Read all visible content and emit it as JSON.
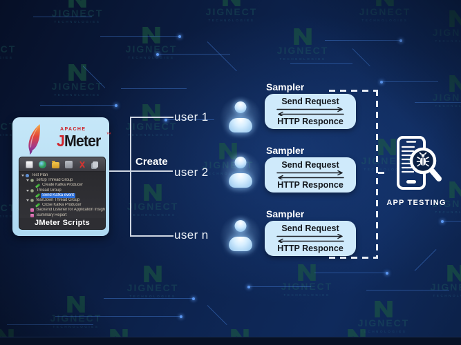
{
  "brand": {
    "name": "JIGNECT",
    "sub": "TECHNOLOGIES"
  },
  "jmeter": {
    "apache": "APACHE",
    "product": "JMeter",
    "trademark": "™",
    "caption": "JMeter Scripts",
    "toolbar_icons": [
      "new-plan-icon",
      "templates-icon",
      "open-file-icon",
      "save-icon",
      "cut-icon",
      "copy-icon"
    ],
    "tree": [
      {
        "label": "Test Plan",
        "indent": 0,
        "icon": "user-small-icon",
        "expandable": true,
        "selected": false
      },
      {
        "label": "setUp Thread Group",
        "indent": 1,
        "icon": "gear-icon",
        "expandable": true,
        "selected": false
      },
      {
        "label": "Create Kafka Producer",
        "indent": 2,
        "icon": "pencil-icon",
        "expandable": false,
        "selected": false
      },
      {
        "label": "Thread Group",
        "indent": 1,
        "icon": "gear-icon",
        "expandable": true,
        "selected": false
      },
      {
        "label": "Send Kafka event",
        "indent": 2,
        "icon": "pencil-icon",
        "expandable": false,
        "selected": true
      },
      {
        "label": "tearDown Thread Group",
        "indent": 1,
        "icon": "gear-icon",
        "expandable": true,
        "selected": false
      },
      {
        "label": "Close Kafka Producer",
        "indent": 2,
        "icon": "pencil-icon",
        "expandable": false,
        "selected": false
      },
      {
        "label": "Backend Listener for Application Insights",
        "indent": 1,
        "icon": "chart-icon",
        "expandable": false,
        "selected": false
      },
      {
        "label": "Summary Report",
        "indent": 1,
        "icon": "chart-icon",
        "expandable": false,
        "selected": false
      }
    ]
  },
  "flow": {
    "create_label": "Create",
    "users": [
      {
        "label": "user 1"
      },
      {
        "label": "user 2"
      },
      {
        "label": "user n"
      }
    ],
    "samplers": [
      {
        "title": "Sampler",
        "request": "Send Request",
        "response": "HTTP Responce"
      },
      {
        "title": "Sampler",
        "request": "Send Request",
        "response": "HTTP Responce"
      },
      {
        "title": "Sampler",
        "request": "Send Request",
        "response": "HTTP Responce"
      }
    ],
    "app_testing_label": "APP TESTING"
  },
  "colors": {
    "background_navy": "#0c2148",
    "panel_blue": "#bfe3f6",
    "sampler_box_blue": "#cfeafb",
    "selection_blue": "#2d6fd9",
    "apache_red": "#d0222a",
    "connector_gray": "#cfd6e2",
    "watermark_green": "#1d5f3f",
    "trace_blue": "#4d8df0"
  }
}
